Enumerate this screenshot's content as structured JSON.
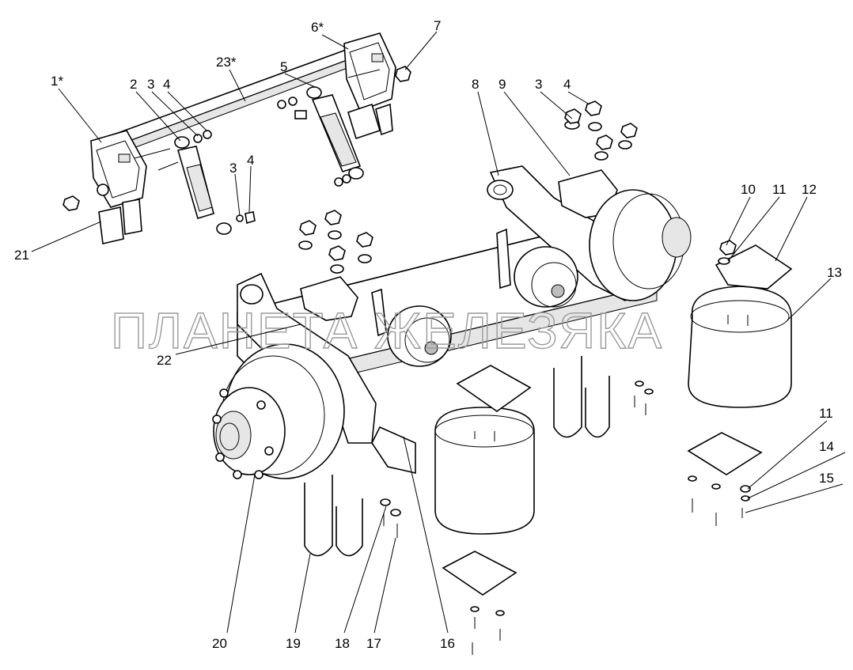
{
  "watermark": "ПЛАНЕТА ЖЕЛЕЗЯКА",
  "callouts": [
    "1*",
    "2",
    "3",
    "4",
    "23*",
    "5",
    "6*",
    "7",
    "3",
    "4",
    "8",
    "9",
    "3",
    "4",
    "10",
    "11",
    "12",
    "13",
    "21",
    "22",
    "11",
    "14",
    "15",
    "20",
    "19",
    "18",
    "17",
    "16"
  ]
}
